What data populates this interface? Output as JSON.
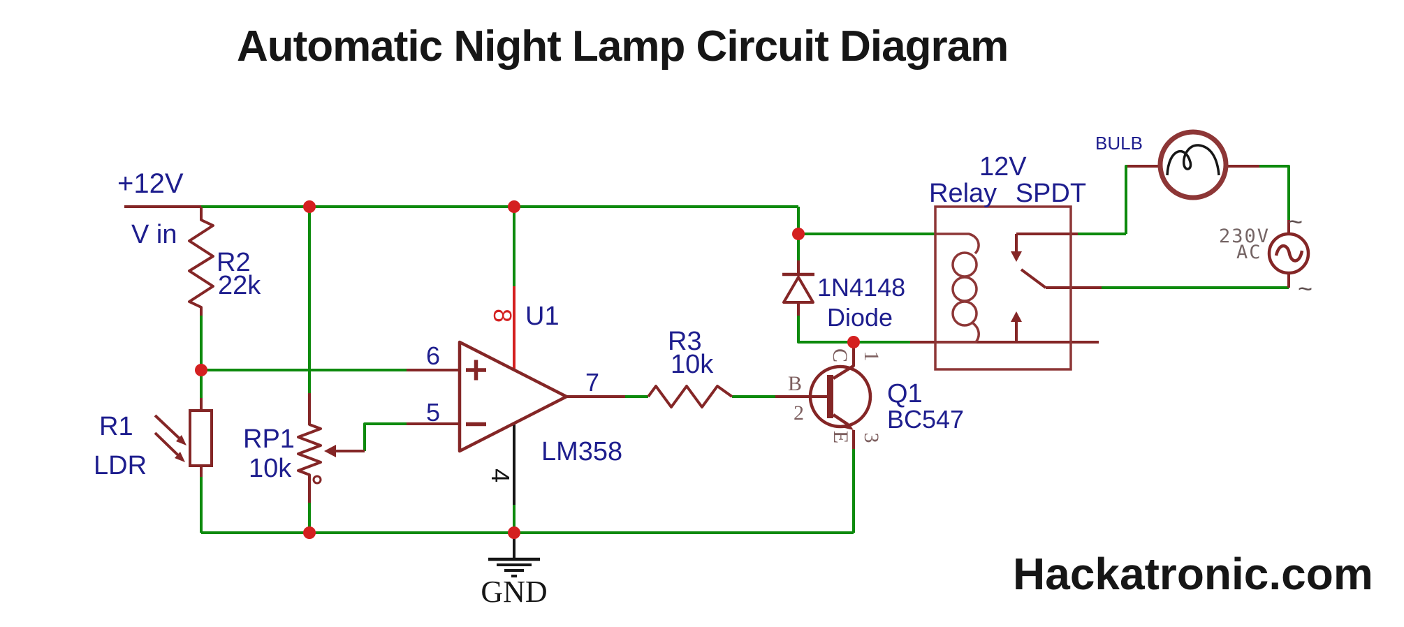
{
  "title": "Automatic Night Lamp Circuit Diagram",
  "watermark": "Hackatronic.com",
  "colors": {
    "wire": "#0d8a0d",
    "comp": "#842626",
    "comp2": "#8d3636",
    "red": "#d42020",
    "navy": "#1e1e8e",
    "pinbrown": "#7d5f5f",
    "gray": "#756565",
    "ink": "#161616"
  },
  "power": {
    "rail": "+12V",
    "vin": "V in"
  },
  "ground": {
    "label": "GND"
  },
  "r2": {
    "ref": "R2",
    "value": "22k"
  },
  "r1": {
    "ref": "R1",
    "type": "LDR"
  },
  "rp1": {
    "ref": "RP1",
    "value": "10k"
  },
  "opamp": {
    "ref": "U1",
    "part": "LM358",
    "pin4": "4",
    "pin5": "5",
    "pin6": "6",
    "pin7": "7",
    "pin8": "8"
  },
  "r3": {
    "ref": "R3",
    "value": "10k"
  },
  "diode": {
    "part": "1N4148",
    "type": "Diode"
  },
  "q1": {
    "ref": "Q1",
    "part": "BC547",
    "pin_b": "B",
    "pin_c": "C",
    "pin_e": "E",
    "pin1": "1",
    "pin2": "2",
    "pin3": "3"
  },
  "relay": {
    "voltage": "12V",
    "label": "Relay SPDT"
  },
  "bulb": {
    "label": "BULB"
  },
  "ac": {
    "voltage": "230V",
    "type": "AC",
    "tilde_top": "~",
    "tilde_bottom": "~"
  }
}
